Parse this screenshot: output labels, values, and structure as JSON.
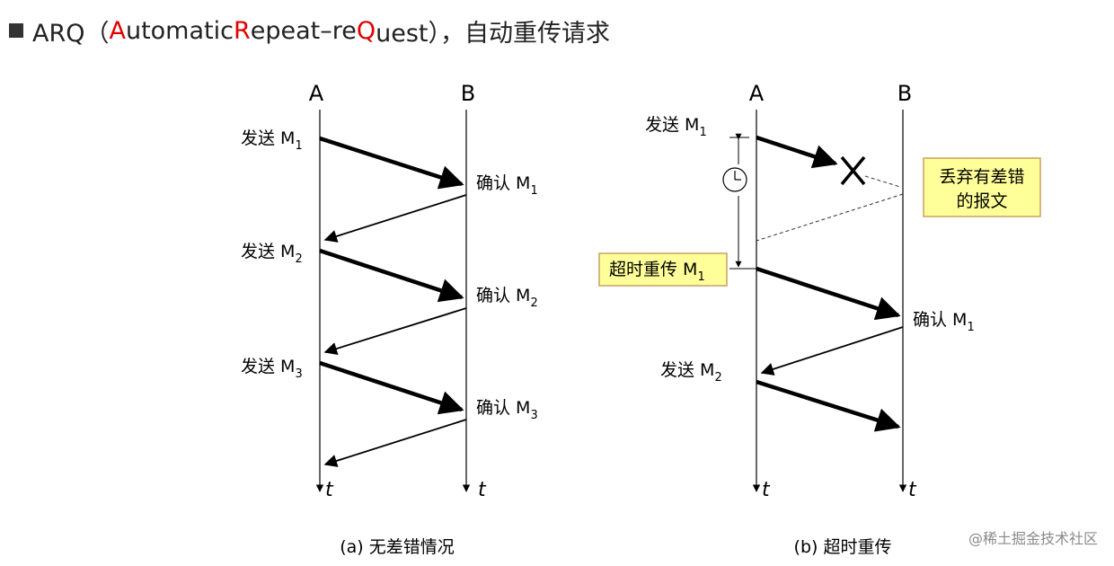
{
  "title": {
    "bullet": "■",
    "p1": "ARQ（",
    "h1": "A",
    "p2": "utomatic ",
    "h2": "R",
    "p3": "epeat–re",
    "h3": "Q",
    "p4": "uest），自动重传请求"
  },
  "diagram_a": {
    "label_a": "A",
    "label_b": "B",
    "send_text": "发送 M",
    "ack_text": "确认 M",
    "subs": [
      "1",
      "2",
      "3"
    ],
    "time_label": "t",
    "caption": "(a) 无差错情况"
  },
  "diagram_b": {
    "label_a": "A",
    "label_b": "B",
    "send1_text": "发送 M",
    "send1_sub": "1",
    "discard_line1": "丢弃有差错",
    "discard_line2": "的报文",
    "timeout_text": "超时重传 M",
    "timeout_sub": "1",
    "ack_text": "确认 M",
    "ack_sub": "1",
    "send2_text": "发送 M",
    "send2_sub": "2",
    "time_label": "t",
    "caption": "(b) 超时重传"
  },
  "watermark": "@稀土掘金技术社区",
  "colors": {
    "highlight": "#e00000",
    "callout_fill": "#ffff99",
    "callout_border": "#c8a060"
  }
}
